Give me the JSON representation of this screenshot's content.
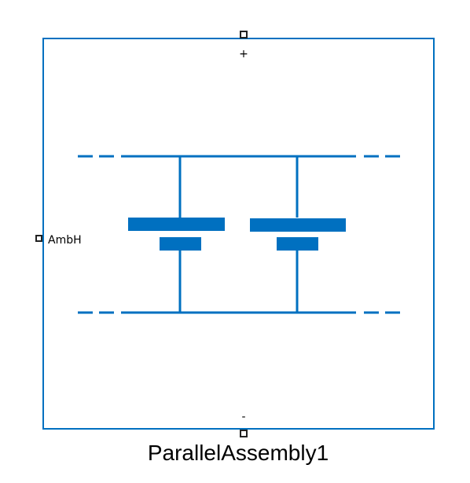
{
  "block": {
    "name": "ParallelAssembly1",
    "border_color": "#0070C0",
    "symbol_color": "#0070C0",
    "port_color": "#222222"
  },
  "ports": {
    "positive": {
      "label": "+"
    },
    "negative": {
      "label": "-"
    },
    "ambient": {
      "label": "AmbH"
    }
  },
  "symbol": {
    "cell_count": 2
  }
}
